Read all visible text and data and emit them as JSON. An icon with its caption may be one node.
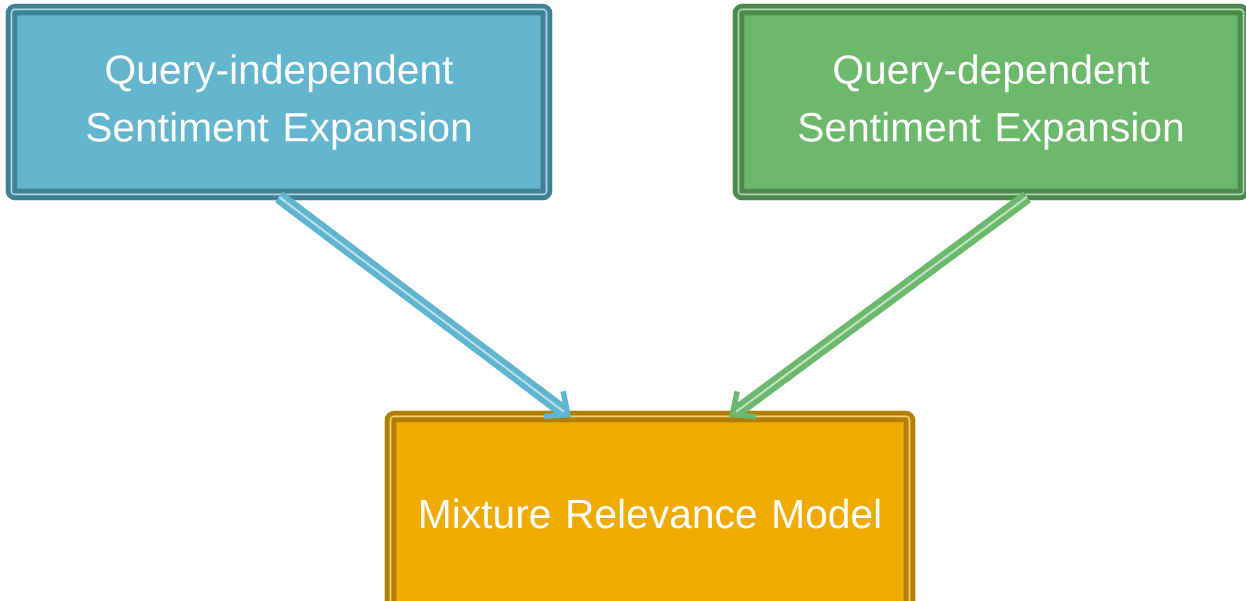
{
  "diagram": {
    "nodes": [
      {
        "text": [
          "Query-independent Sentiment Expansion"
        ]
      },
      {
        "text": [
          "Query-dependent Sentiment Expansion"
        ]
      },
      {
        "text": [
          "Mixture Relevance Model"
        ]
      }
    ],
    "edges": [
      {
        "from": 0,
        "to": 2,
        "arrow": "to",
        "color": "#5fb4cf"
      },
      {
        "from": 1,
        "to": 2,
        "arrow": "to",
        "color": "#6ab86c"
      }
    ]
  }
}
